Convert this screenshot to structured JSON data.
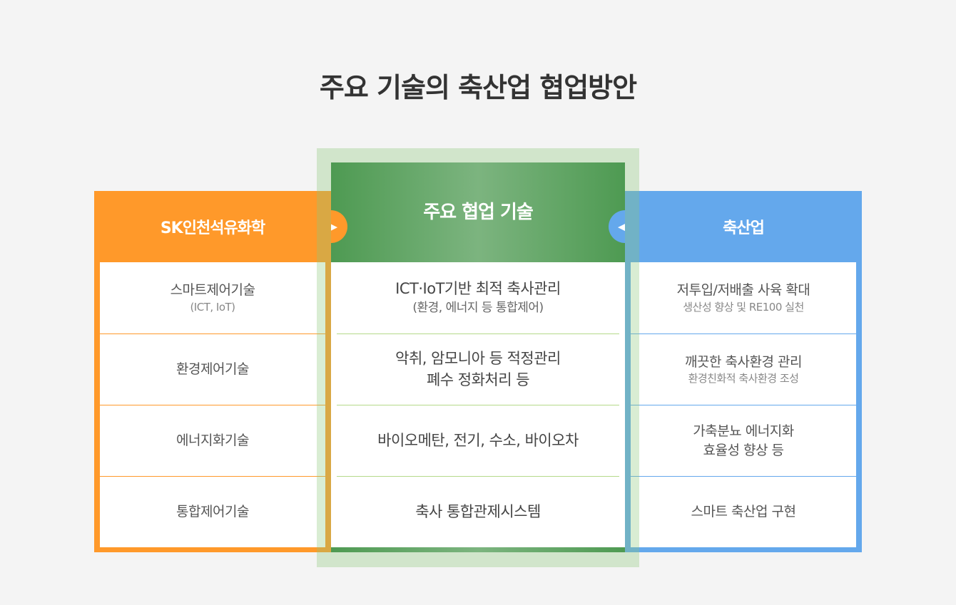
{
  "title": "주요 기술의 축산업 협업방안",
  "left": {
    "header": "SK인천석유화학",
    "items": [
      {
        "main": "스마트제어기술",
        "sub": "(ICT, IoT)"
      },
      {
        "main": "환경제어기술"
      },
      {
        "main": "에너지화기술"
      },
      {
        "main": "통합제어기술"
      }
    ]
  },
  "center": {
    "header": "주요 협업 기술",
    "items": [
      {
        "main": "ICT·IoT기반 최적 축사관리",
        "sub": "(환경, 에너지 등 통합제어)"
      },
      {
        "main": "악취, 암모니아 등 적정관리",
        "main2": "폐수 정화처리 등"
      },
      {
        "main": "바이오메탄, 전기, 수소, 바이오차"
      },
      {
        "main": "축사 통합관제시스템"
      }
    ]
  },
  "right": {
    "header": "축산업",
    "items": [
      {
        "main": "저투입/저배출 사육 확대",
        "sub": "생산성 향상 및 RE100 실천"
      },
      {
        "main": "깨끗한 축사환경 관리",
        "sub": "환경친화적 축사환경 조성"
      },
      {
        "main": "가축분뇨 에너지화",
        "main2": "효율성 향상 등"
      },
      {
        "main": "스마트 축산업 구현"
      }
    ]
  },
  "icons": {
    "left_arrow": "▶",
    "right_arrow": "◀"
  },
  "colors": {
    "orange": "#ff992a",
    "green": "#4e9a52",
    "blue": "#64a8ec"
  }
}
